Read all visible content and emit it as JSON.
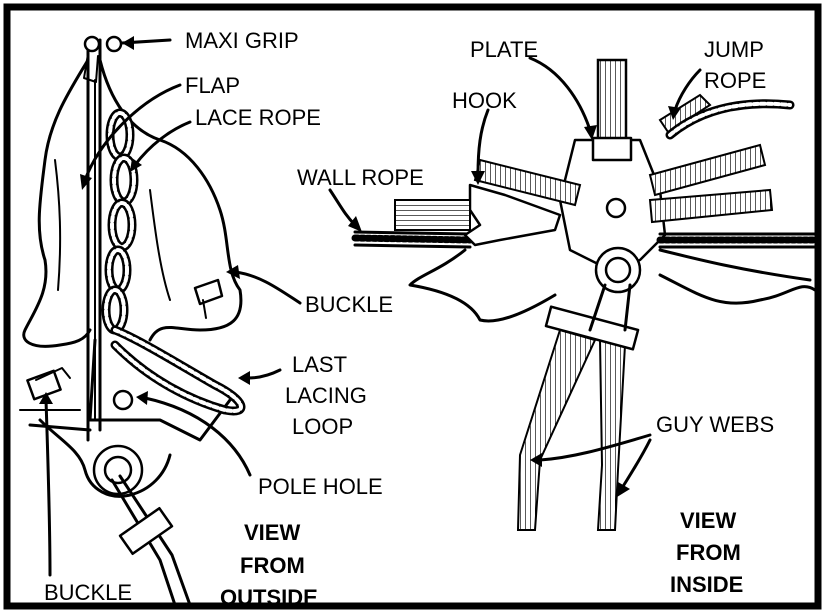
{
  "labels": {
    "maxi_grip": "MAXI GRIP",
    "flap": "FLAP",
    "lace_rope": "LACE ROPE",
    "buckle_right": "BUCKLE",
    "last": "LAST",
    "lacing": "LACING",
    "loop": "LOOP",
    "pole_hole": "POLE HOLE",
    "buckle_bottom": "BUCKLE",
    "plate": "PLATE",
    "jump": "JUMP",
    "rope": "ROPE",
    "hook": "HOOK",
    "wall_rope": "WALL ROPE",
    "guy_webs": "GUY WEBS"
  },
  "captions": {
    "outside_1": "VIEW",
    "outside_2": "FROM",
    "outside_3": "OUTSIDE",
    "inside_1": "VIEW",
    "inside_2": "FROM",
    "inside_3": "INSIDE"
  }
}
